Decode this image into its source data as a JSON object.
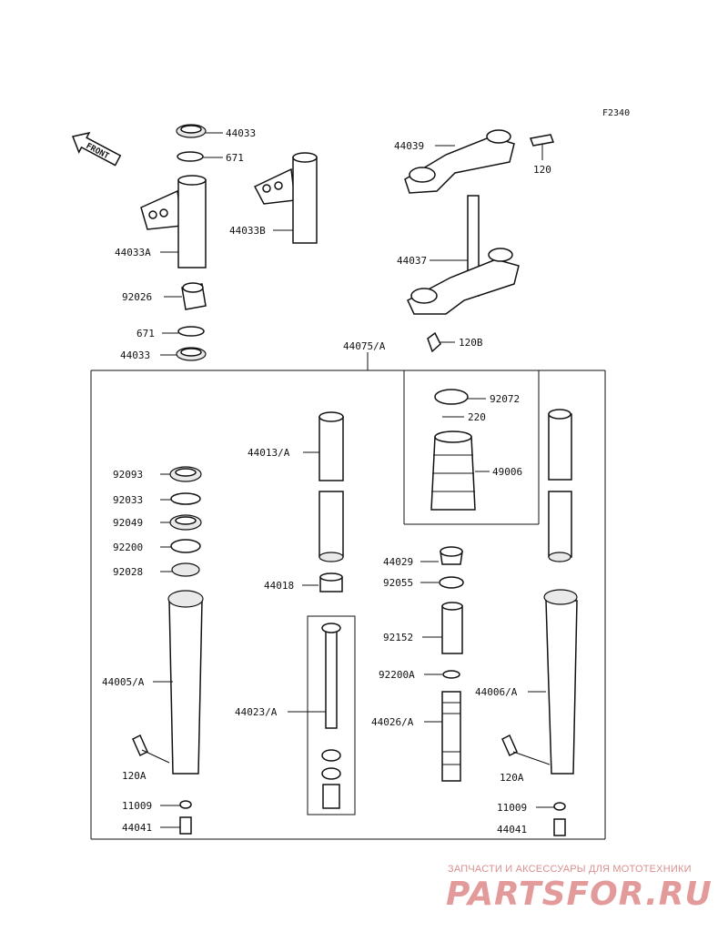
{
  "figure_code": "F2340",
  "front_label": "FRONT",
  "labels": {
    "p44033_top": "44033",
    "p671_top": "671",
    "p44033A": "44033A",
    "p44033B": "44033B",
    "p92026": "92026",
    "p671_bot": "671",
    "p44033_bot": "44033",
    "p44039": "44039",
    "p120": "120",
    "p44037": "44037",
    "p120B": "120B",
    "p44075A": "44075/A",
    "p92072": "92072",
    "p220": "220",
    "p49006": "49006",
    "p92093": "92093",
    "p92033": "92033",
    "p92049": "92049",
    "p92200": "92200",
    "p92028": "92028",
    "p44005A": "44005/A",
    "p120A_left": "120A",
    "p11009_left": "11009",
    "p44041_left": "44041",
    "p44013A": "44013/A",
    "p44018": "44018",
    "p44023A": "44023/A",
    "p44029": "44029",
    "p92055": "92055",
    "p92152": "92152",
    "p92200A": "92200A",
    "p44026A": "44026/A",
    "p44006A": "44006/A",
    "p120A_right": "120A",
    "p11009_right": "11009",
    "p44041_right": "44041"
  },
  "watermark": {
    "tagline": "ЗАПЧАСТИ И АКСЕССУАРЫ ДЛЯ МОТОТЕХНИКИ",
    "logo": "PARTSFOR.RU"
  }
}
